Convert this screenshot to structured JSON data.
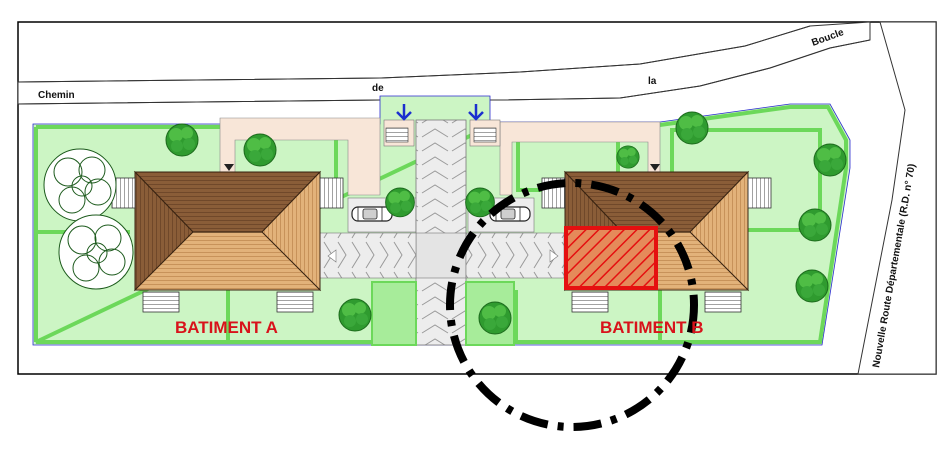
{
  "plan": {
    "road_labels": {
      "chemin": "Chemin",
      "de": "de",
      "la": "la",
      "boucle": "Boucle",
      "route": "Nouvelle Route Départementale (R.D. n° 70)"
    },
    "buildings": [
      {
        "label": "BATIMENT A"
      },
      {
        "label": "BATIMENT B"
      }
    ],
    "colors": {
      "label_red": "#d8131b",
      "lawn": "#ccf5c4",
      "hedge": "#6cd85a",
      "patio": "#f8e6d8",
      "roof_dark": "#7a5233",
      "roof_light": "#d9a66a",
      "highlight": "#e51010",
      "arrow_blue": "#1a2fcf"
    },
    "icons": [
      "entrance-arrow-icon",
      "car-icon",
      "tree-icon",
      "north-triangle-icon"
    ]
  }
}
